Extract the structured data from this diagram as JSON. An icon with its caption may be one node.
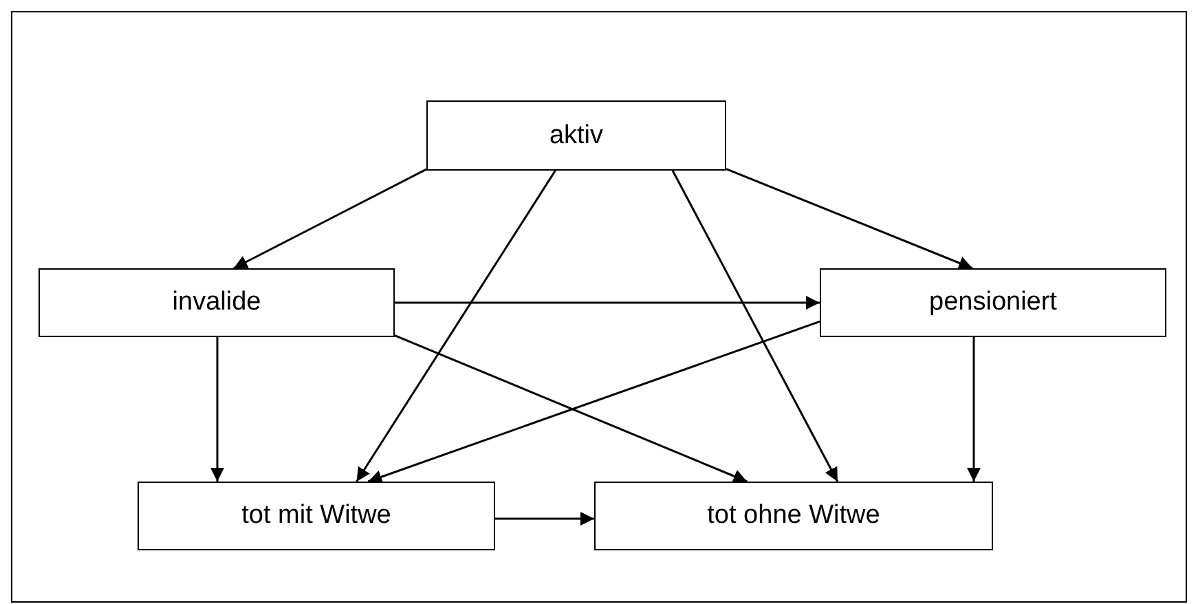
{
  "diagram": {
    "nodes": [
      {
        "text": [
          "aktiv"
        ]
      },
      {
        "text": [
          "invalide"
        ]
      },
      {
        "text": [
          "pensioniert"
        ]
      },
      {
        "text": [
          "tot mit Witwe"
        ]
      },
      {
        "text": [
          "tot ohne Witwe"
        ]
      }
    ],
    "edges": [
      {
        "from": 0,
        "to": 1,
        "arrow": "to"
      },
      {
        "from": 0,
        "to": 2,
        "arrow": "to"
      },
      {
        "from": 0,
        "to": 3,
        "arrow": "to"
      },
      {
        "from": 0,
        "to": 4,
        "arrow": "to"
      },
      {
        "from": 1,
        "to": 2,
        "arrow": "to"
      },
      {
        "from": 1,
        "to": 3,
        "arrow": "to"
      },
      {
        "from": 1,
        "to": 4,
        "arrow": "to"
      },
      {
        "from": 2,
        "to": 3,
        "arrow": "to"
      },
      {
        "from": 2,
        "to": 4,
        "arrow": "to"
      },
      {
        "from": 3,
        "to": 4,
        "arrow": "to"
      }
    ]
  }
}
